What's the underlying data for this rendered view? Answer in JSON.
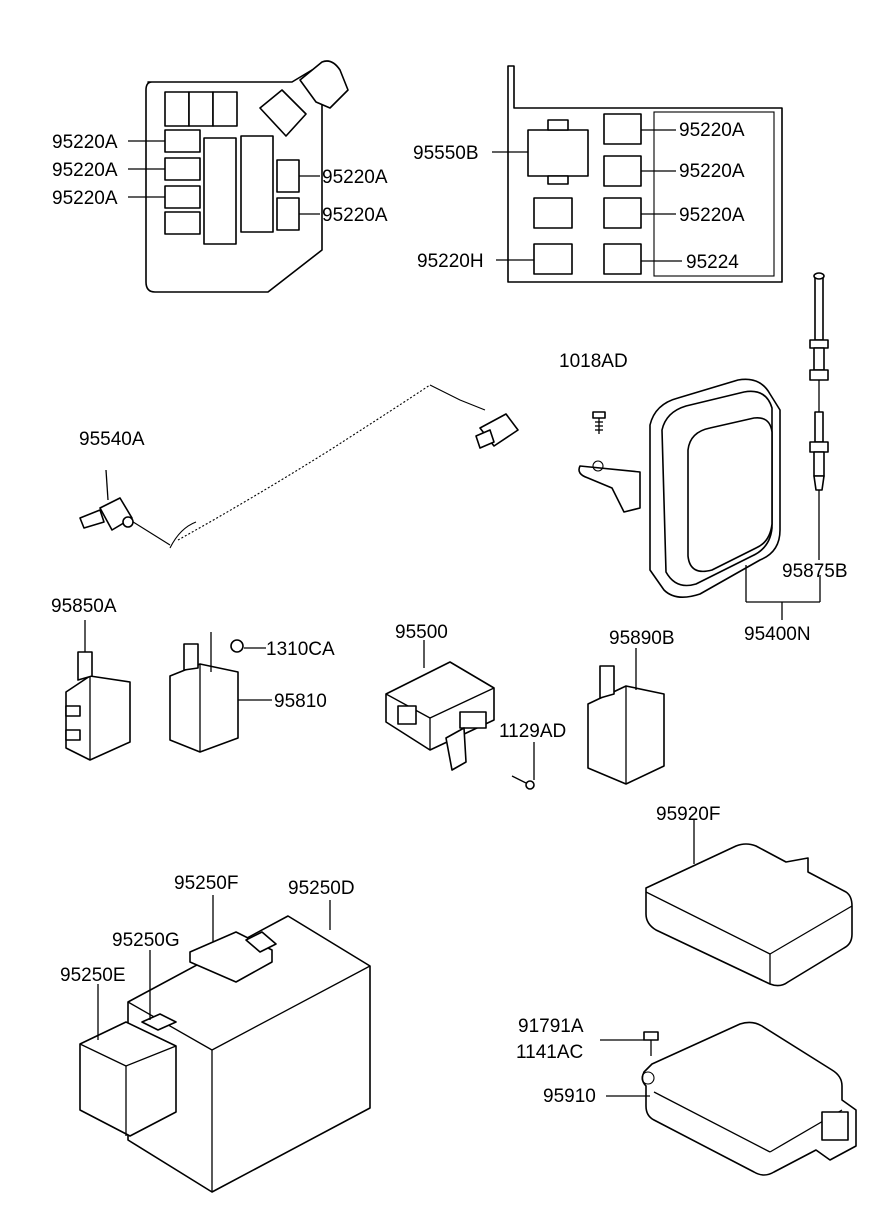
{
  "labels": {
    "fuse_box_left_1": "95220A",
    "fuse_box_left_2": "95220A",
    "fuse_box_left_3": "95220A",
    "fuse_box_left_4": "95220A",
    "fuse_box_left_5": "95220A",
    "relay_panel_relay": "95550B",
    "relay_panel_a1": "95220A",
    "relay_panel_a2": "95220A",
    "relay_panel_a3": "95220A",
    "relay_panel_h": "95220H",
    "relay_panel_224": "95224",
    "screw_1018": "1018AD",
    "coil_cable": "95540A",
    "antenna": "95875B",
    "module_box": "95400N",
    "relay_850": "95850A",
    "nut_1310": "1310CA",
    "relay_810": "95810",
    "unit_500": "95500",
    "screw_1129": "1129AD",
    "relay_890": "95890B",
    "module_920": "95920F",
    "box_250F": "95250F",
    "box_250D": "95250D",
    "box_250G": "95250G",
    "box_250E": "95250E",
    "bolt_91791": "91791A",
    "bolt_1141": "1141AC",
    "module_910": "95910"
  }
}
